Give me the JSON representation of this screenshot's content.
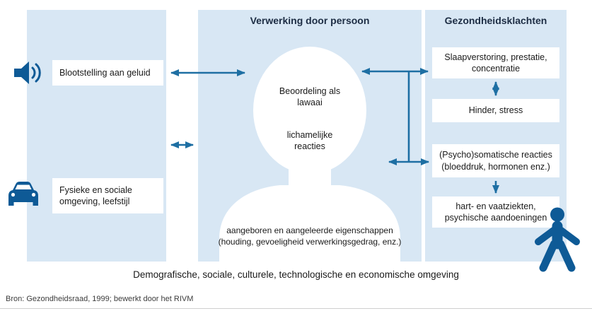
{
  "colors": {
    "panel_blue": "#d8e7f4",
    "arrow_blue": "#1e6fa3",
    "icon_blue": "#0e5a96",
    "heading_navy": "#1d2d44"
  },
  "left_panel": {
    "exposure_box": "Blootstelling aan geluid",
    "environment_box": "Fysieke en sociale omgeving, leefstijl"
  },
  "middle_panel": {
    "title": "Verwerking door persoon",
    "assessment": "Beoordeling als lawaai",
    "physical_reactions": "lichamelijke reacties",
    "traits_line1": "aangeboren en aangeleerde eigenschappen",
    "traits_line2": "(houding, gevoeligheid verwerkingsgedrag, enz.)"
  },
  "right_panel": {
    "title": "Gezondheidsklachten",
    "boxes": [
      "Slaapverstoring, prestatie, concentratie",
      "Hinder, stress",
      "(Psycho)somatische reacties (bloeddruk, hormonen enz.)",
      "hart- en vaatziekten, psychische aandoeningen"
    ]
  },
  "icons": {
    "left_top": "speaker-icon",
    "left_bottom": "car-icon",
    "bottom_right": "person-icon"
  },
  "footer": {
    "bottom_caption": "Demografische, sociale, culturele, technologische en economische omgeving",
    "source": "Bron: Gezondheidsraad, 1999; bewerkt door het RIVM"
  }
}
